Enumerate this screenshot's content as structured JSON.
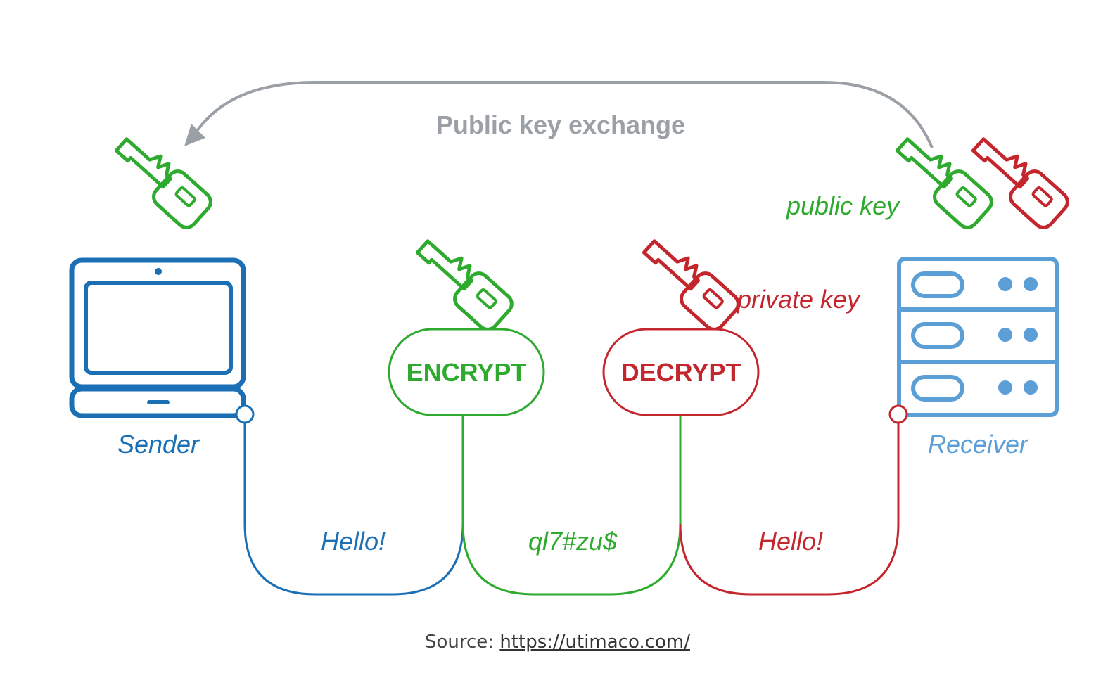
{
  "exchange": {
    "label": "Public key exchange"
  },
  "sender": {
    "label": "Sender"
  },
  "receiver": {
    "label": "Receiver"
  },
  "keys": {
    "public_label": "public key",
    "private_label": "private key"
  },
  "encrypt": {
    "label": "ENCRYPT"
  },
  "decrypt": {
    "label": "DECRYPT"
  },
  "messages": {
    "plain_out": "Hello!",
    "cipher": "ql7#zu$",
    "plain_in": "Hello!"
  },
  "caption": {
    "prefix": "Source:",
    "link": "https://utimaco.com/"
  },
  "colors": {
    "blue": "#1a6fb5",
    "light_blue": "#5b9fd6",
    "green": "#2eaa2e",
    "red": "#c4262e",
    "gray": "#9aa0a6"
  }
}
